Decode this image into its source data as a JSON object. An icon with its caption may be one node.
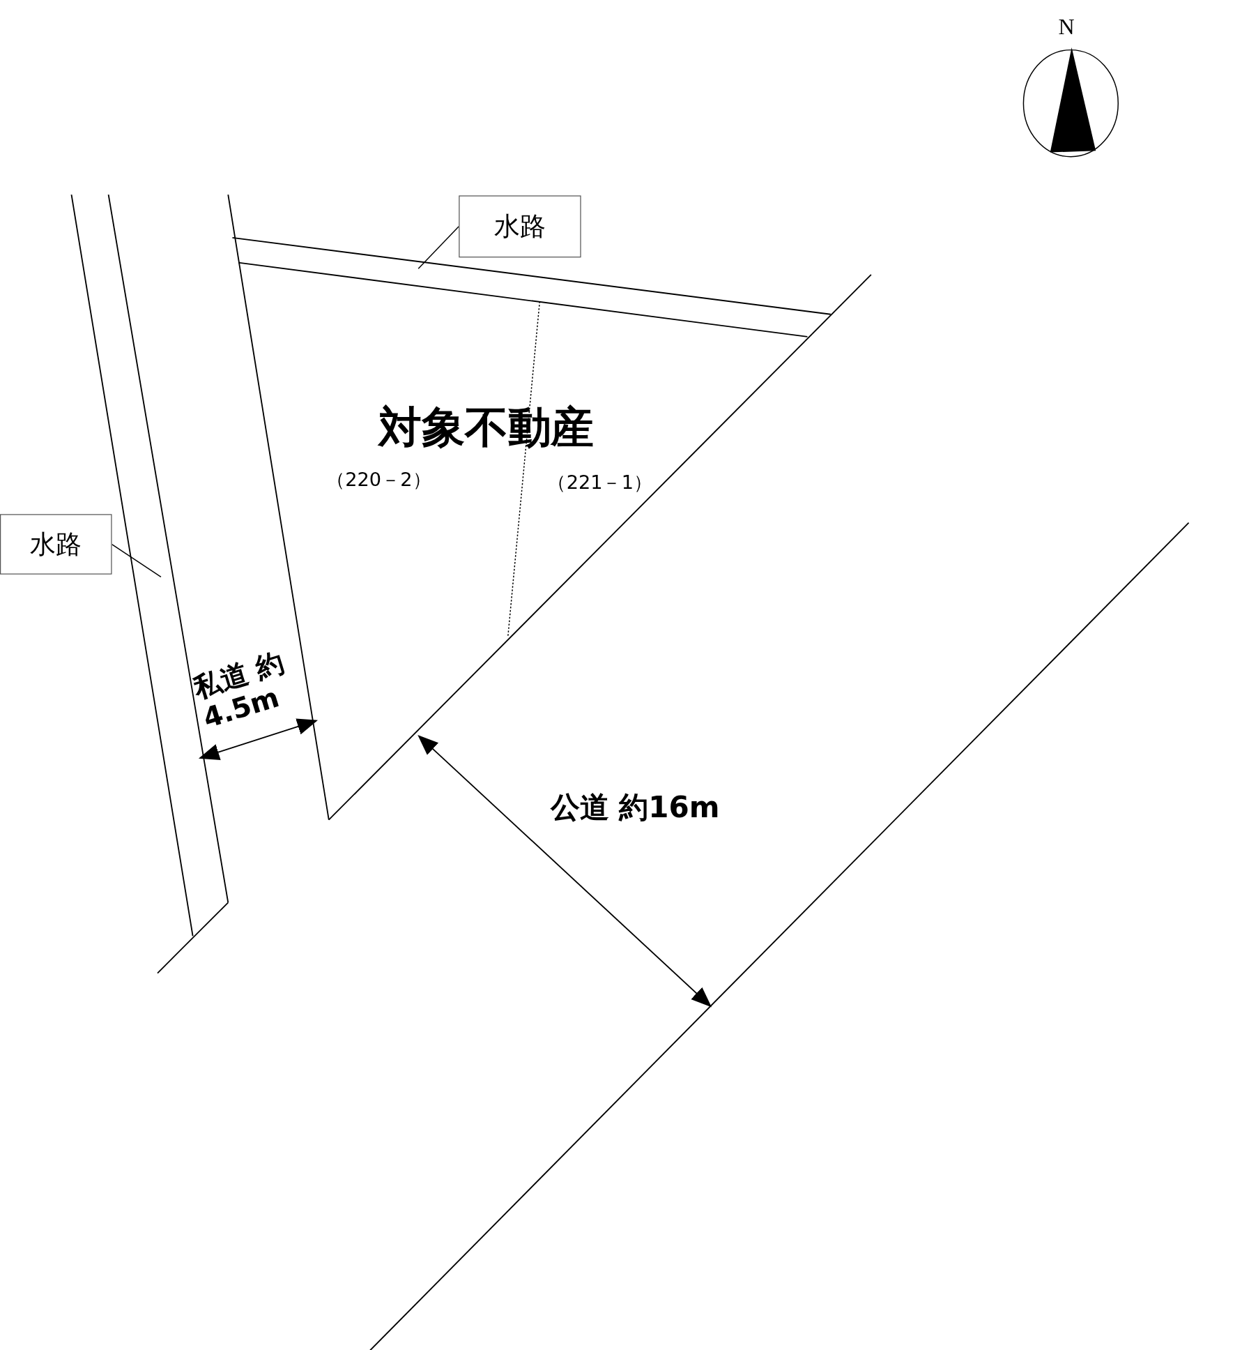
{
  "diagram": {
    "nodes": [
      {
        "text": [
          "水路"
        ]
      },
      {
        "text": [
          "水路"
        ]
      }
    ],
    "edges": [
      {
        "from": 0,
        "to": null,
        "arrow": "none"
      },
      {
        "from": 1,
        "to": null,
        "arrow": "none"
      }
    ],
    "labels": [
      "N",
      "対象不動産",
      "（220－2）",
      "（221－1）",
      "私道 約4.5m",
      "公道 約16m"
    ]
  }
}
